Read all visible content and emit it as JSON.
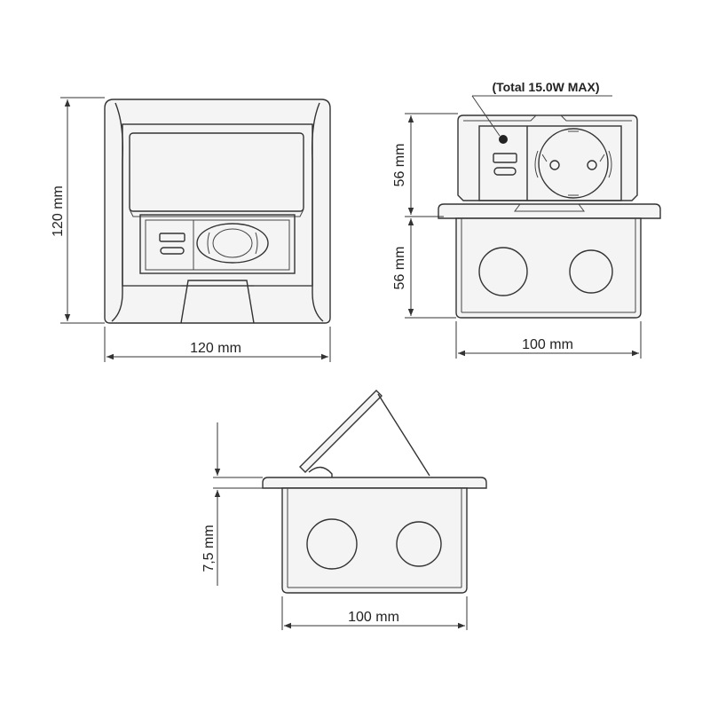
{
  "front_view": {
    "height_label": "120 mm",
    "width_label": "120 mm"
  },
  "side_view": {
    "note_label": "(Total 15.0W MAX)",
    "upper_height_label": "56 mm",
    "lower_height_label": "56 mm",
    "width_label": "100 mm"
  },
  "open_view": {
    "height_label": "7,5 mm",
    "width_label": "100 mm"
  },
  "colors": {
    "line": "#333333",
    "background": "#ffffff"
  }
}
